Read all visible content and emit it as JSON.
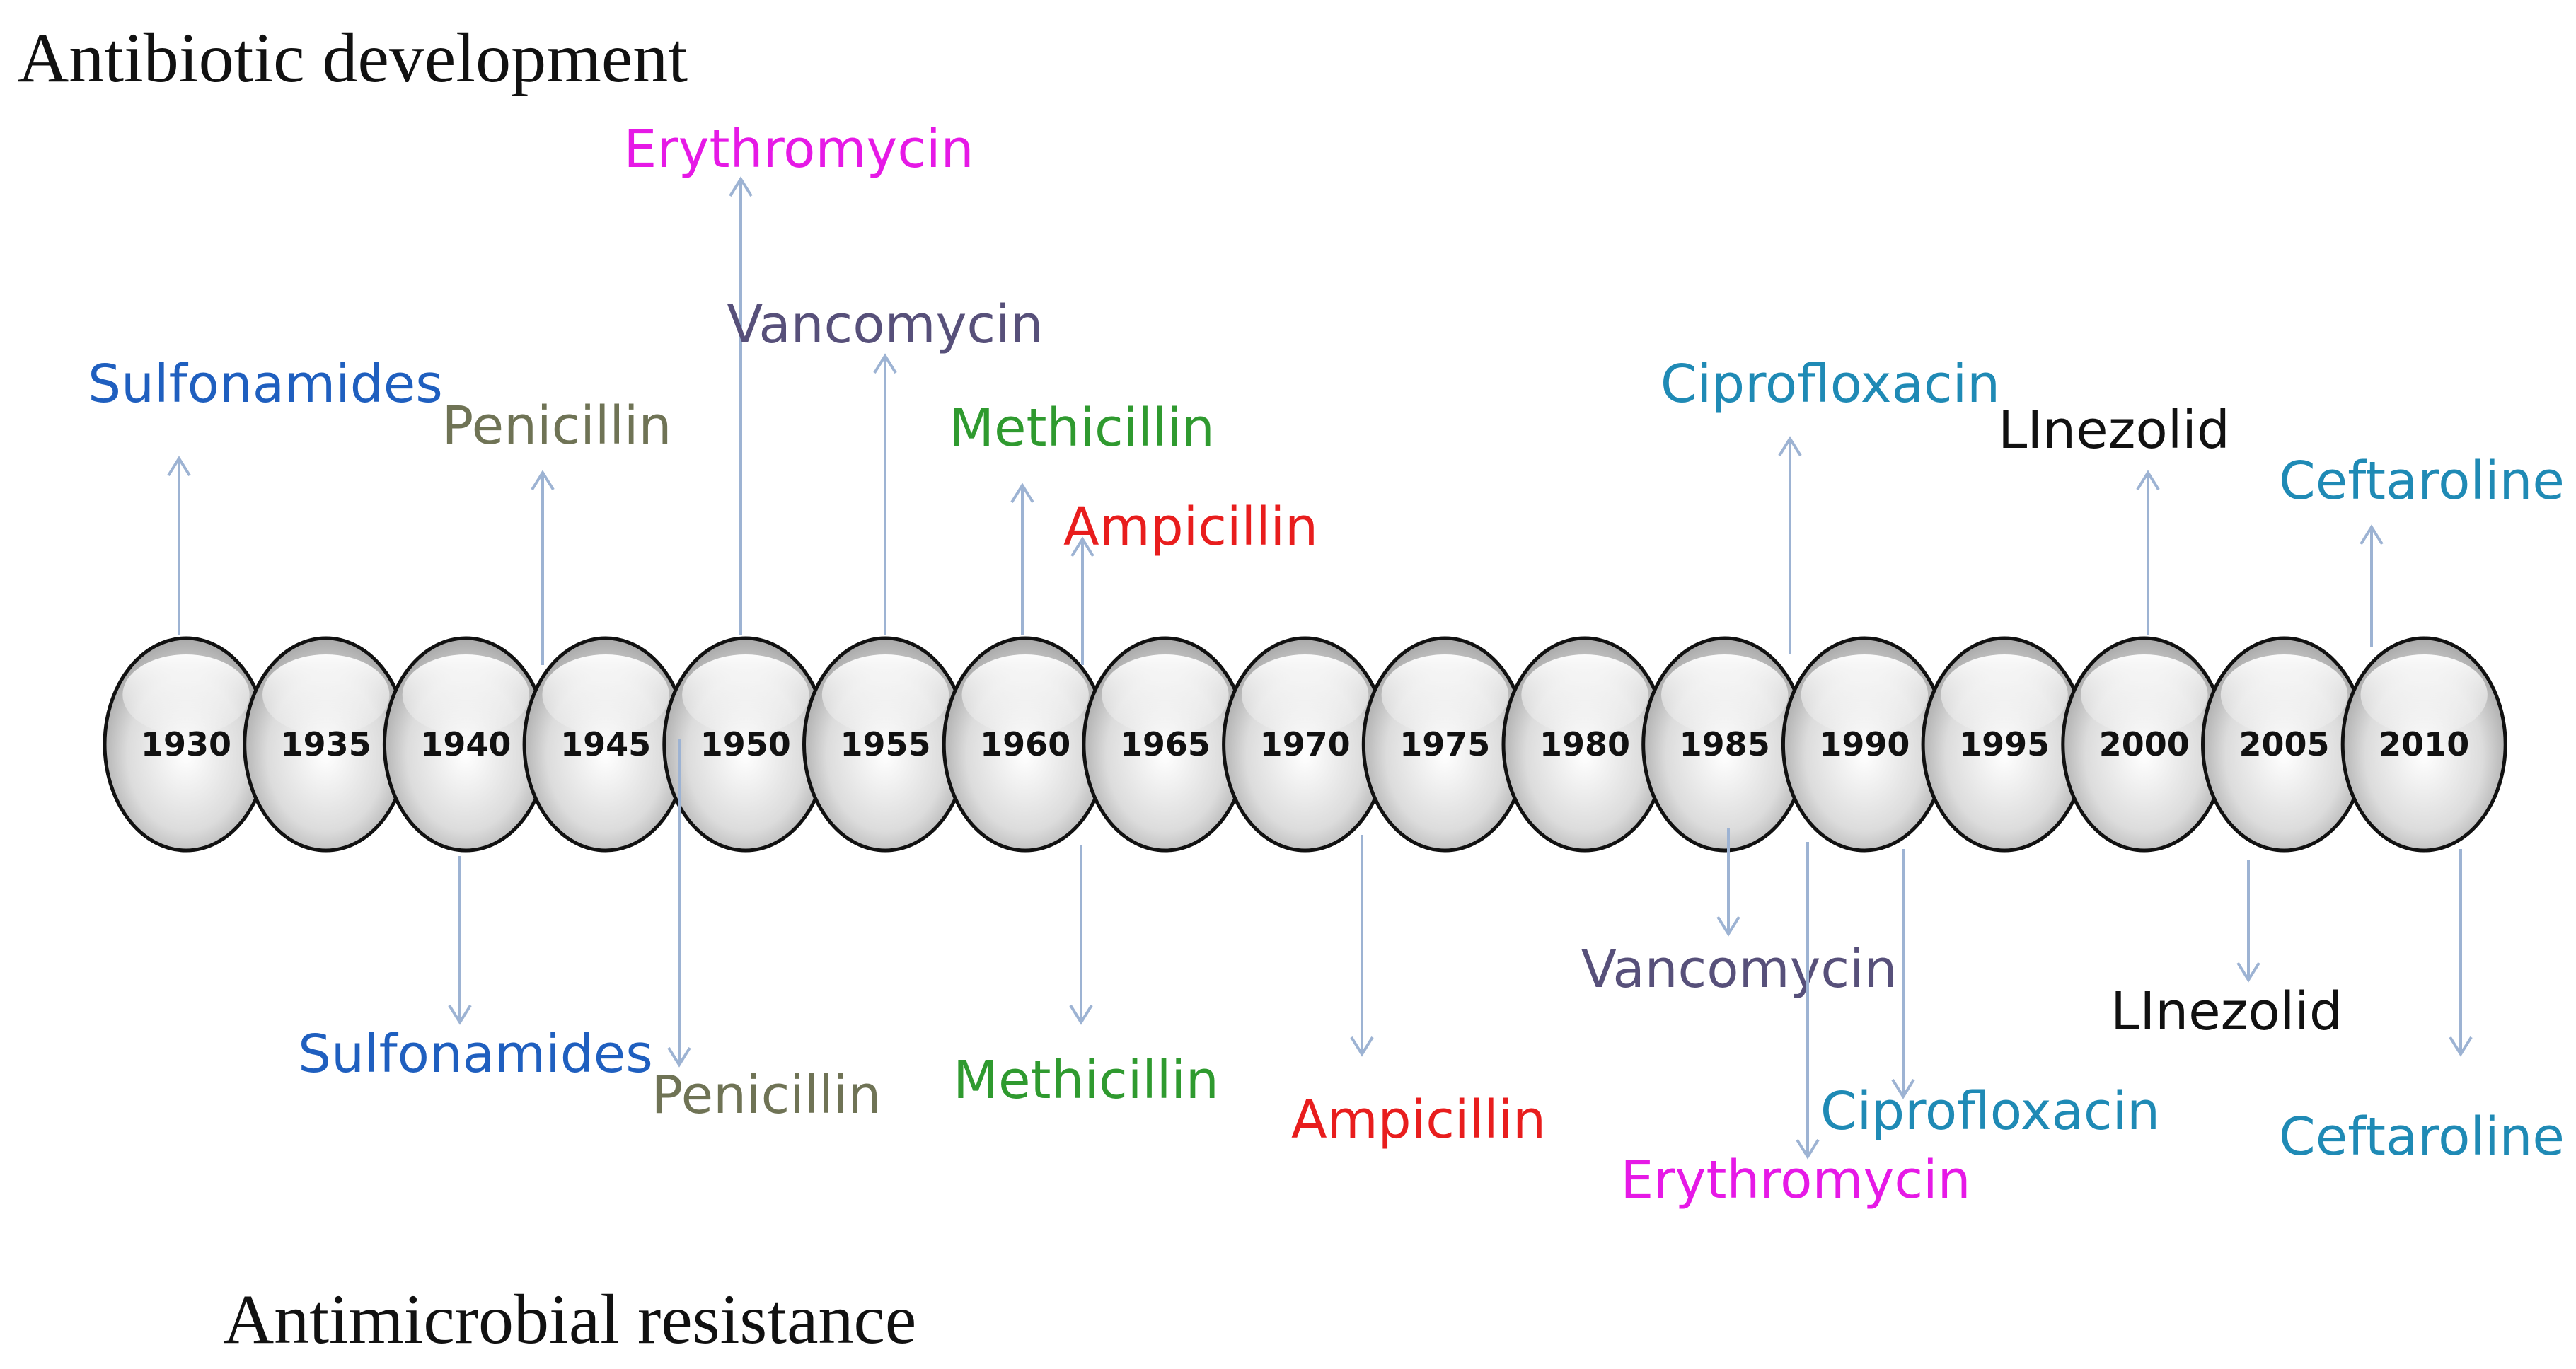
{
  "headings": {
    "top": "Antibiotic development",
    "bottom": "Antimicrobial resistance"
  },
  "colors": {
    "arrow": "#9db3d3",
    "circle_stroke": "#111111",
    "sulfonamides": "#1f5fbf",
    "penicillin": "#6f7355",
    "erythromycin": "#e619e6",
    "vancomycin": "#57507a",
    "methicillin": "#2f9a2f",
    "ampicillin": "#e81d1d",
    "ciprofloxacin": "#1f8ab5",
    "linezolid": "#111111",
    "ceftaroline": "#1f8ab5"
  },
  "timeline": {
    "years": [
      "1930",
      "1935",
      "1940",
      "1945",
      "1950",
      "1955",
      "1960",
      "1965",
      "1970",
      "1975",
      "1980",
      "1985",
      "1990",
      "1995",
      "2000",
      "2005",
      "2010"
    ]
  },
  "development": [
    {
      "name": "Sulfonamides",
      "color_key": "sulfonamides"
    },
    {
      "name": "Penicillin",
      "color_key": "penicillin"
    },
    {
      "name": "Erythromycin",
      "color_key": "erythromycin"
    },
    {
      "name": "Vancomycin",
      "color_key": "vancomycin"
    },
    {
      "name": "Methicillin",
      "color_key": "methicillin"
    },
    {
      "name": "Ampicillin",
      "color_key": "ampicillin"
    },
    {
      "name": "Ciprofloxacin",
      "color_key": "ciprofloxacin"
    },
    {
      "name": "LInezolid",
      "color_key": "linezolid"
    },
    {
      "name": "Ceftaroline",
      "color_key": "ceftaroline"
    }
  ],
  "resistance": [
    {
      "name": "Sulfonamides",
      "color_key": "sulfonamides"
    },
    {
      "name": "Penicillin",
      "color_key": "penicillin"
    },
    {
      "name": "Methicillin",
      "color_key": "methicillin"
    },
    {
      "name": "Ampicillin",
      "color_key": "ampicillin"
    },
    {
      "name": "Vancomycin",
      "color_key": "vancomycin"
    },
    {
      "name": "Ciprofloxacin",
      "color_key": "ciprofloxacin"
    },
    {
      "name": "Erythromycin",
      "color_key": "erythromycin"
    },
    {
      "name": "LInezolid",
      "color_key": "linezolid"
    },
    {
      "name": "Ceftaroline",
      "color_key": "ceftaroline"
    }
  ]
}
